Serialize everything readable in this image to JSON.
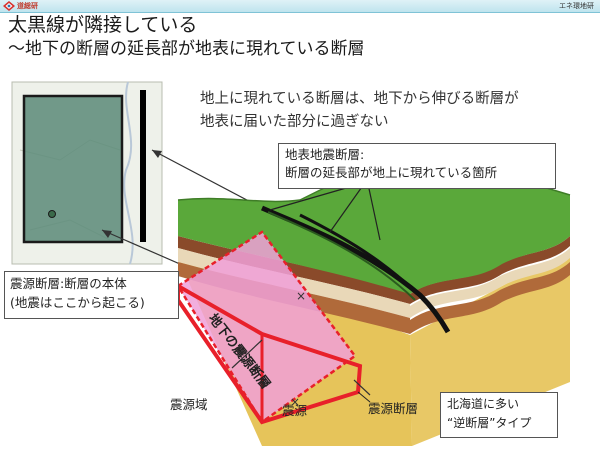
{
  "header": {
    "logo_text": "道総研",
    "org_text": "エネ環地研"
  },
  "title": "太黒線が隣接している",
  "subtitle": "～地下の断層の延長部が地表に現れている断層",
  "note_lines": [
    "地上に現れている断層は、地下から伸びる断層が",
    "地表に届いた部分に過ぎない"
  ],
  "callouts": {
    "surface_fault": {
      "lines": [
        "地表地震断層:",
        "断層の延長部が地上に現れている箇所"
      ]
    },
    "source_fault": {
      "lines": [
        "震源断層:断層の本体",
        "(地震はここから起こる)"
      ]
    },
    "hokkaido": {
      "lines": [
        "北海道に多い",
        "“逆断層”タイプ"
      ]
    }
  },
  "diagram_labels": {
    "underground_source_fault": "地下の震源断層",
    "source_area": "震源域",
    "hypocenter": "震源",
    "source_fault_label": "震源断層"
  },
  "colors": {
    "header_band": "#bfe4ee",
    "map_overlay": "#5a8a78",
    "grass": "#5aa83a",
    "sand": "#e6c45a",
    "fault_fill": "#f0a0d8",
    "fault_outline": "#e8202a"
  }
}
